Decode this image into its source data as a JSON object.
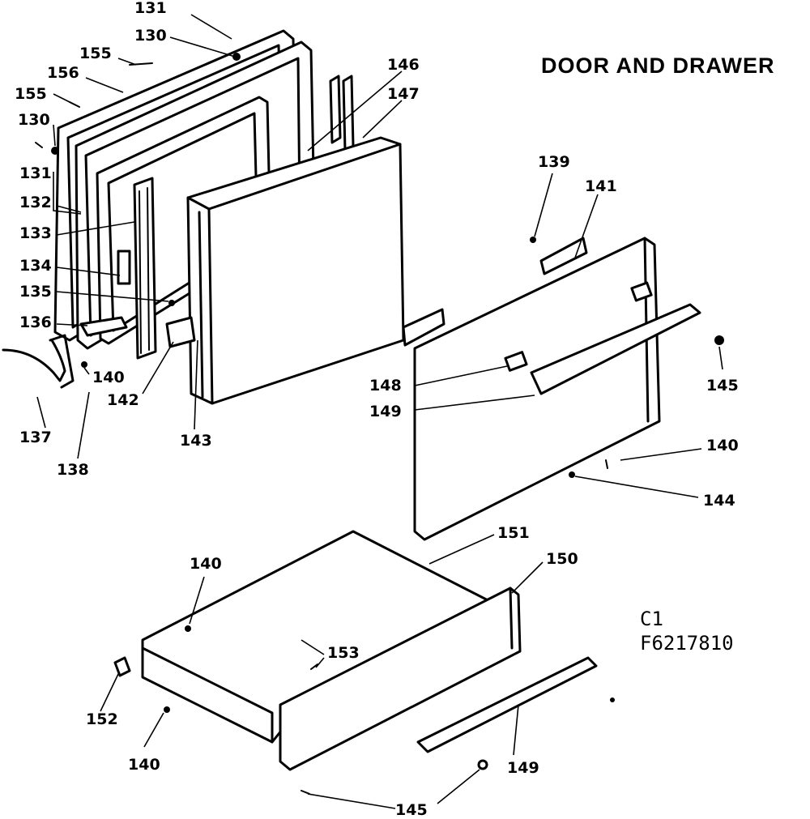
{
  "title": "DOOR AND DRAWER",
  "code_line1": "C1",
  "code_line2": "F6217810",
  "labels": {
    "l131a": "131",
    "l130a": "130",
    "l155a": "155",
    "l156": "156",
    "l155b": "155",
    "l130b": "130",
    "l131b": "131",
    "l132": "132",
    "l133": "133",
    "l134": "134",
    "l135": "135",
    "l136": "136",
    "l137": "137",
    "l138": "138",
    "l140a": "140",
    "l142": "142",
    "l143": "143",
    "l146": "146",
    "l147": "147",
    "l139": "139",
    "l141": "141",
    "l145a": "145",
    "l148": "148",
    "l149a": "149",
    "l140b": "140",
    "l144": "144",
    "l151": "151",
    "l150": "150",
    "l140c": "140",
    "l153": "153",
    "l152": "152",
    "l140d": "140",
    "l149b": "149",
    "l145b": "145"
  }
}
